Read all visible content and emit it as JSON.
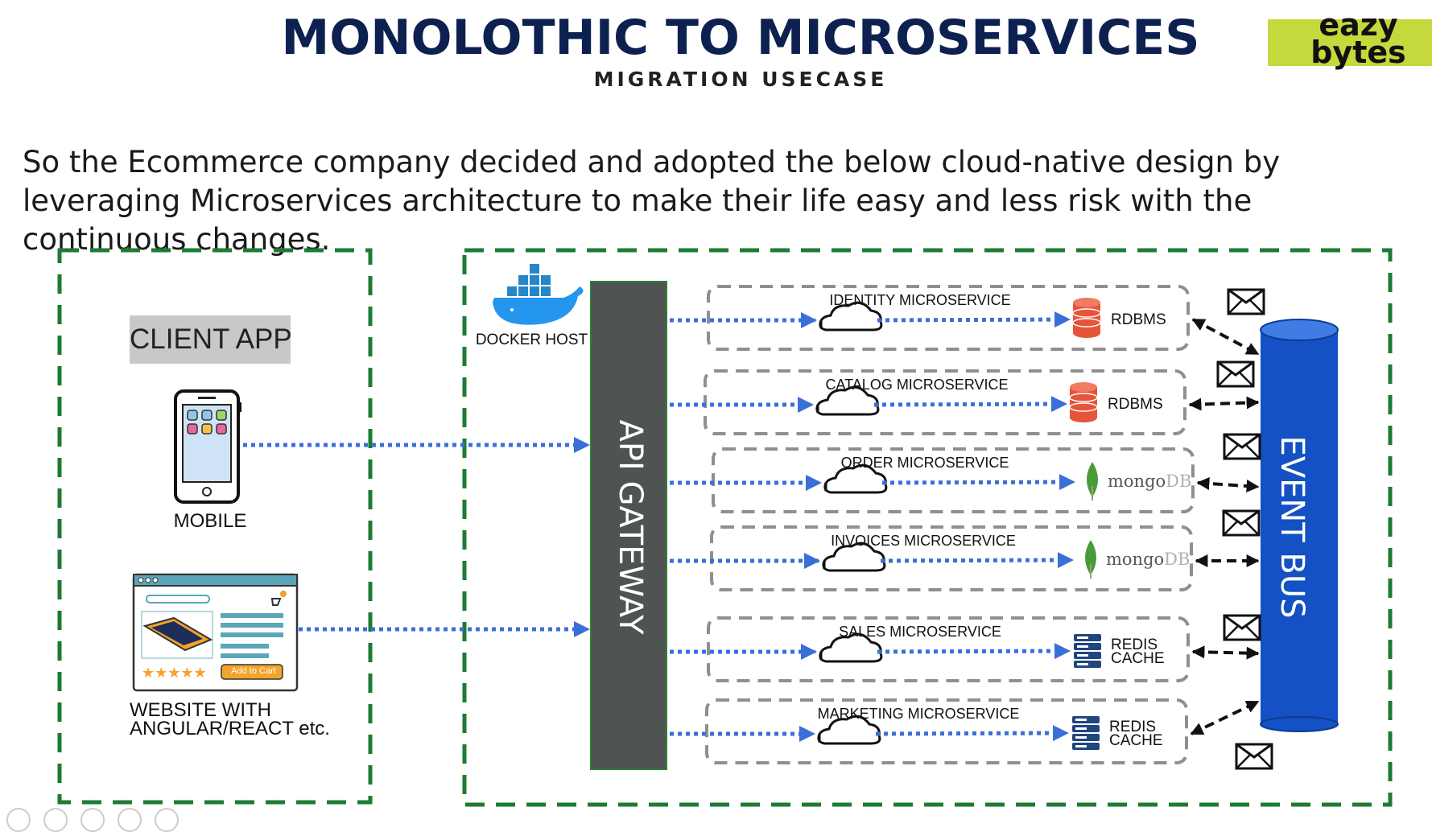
{
  "header": {
    "title": "MONOLOTHIC TO MICROSERVICES",
    "subtitle": "MIGRATION USECASE",
    "logo_line1": "eazy",
    "logo_line2": "bytes"
  },
  "intro_text": "So the Ecommerce company decided and adopted the below cloud-native design by leveraging Microservices architecture to make their life easy and less risk with the continuous changes.",
  "client": {
    "title": "CLIENT APP",
    "mobile_label": "MOBILE",
    "website_label_line1": "WEBSITE WITH",
    "website_label_line2": "ANGULAR/REACT etc.",
    "add_to_cart_label": "Add to Cart"
  },
  "server": {
    "docker_label": "DOCKER HOST",
    "gateway_label": "API GATEWAY",
    "event_bus_label": "EVENT BUS"
  },
  "services": [
    {
      "name": "IDENTITY MICROSERVICE",
      "db_type": "rdbms",
      "db_line1": "RDBMS",
      "db_line2": ""
    },
    {
      "name": "CATALOG MICROSERVICE",
      "db_type": "rdbms",
      "db_line1": "RDBMS",
      "db_line2": ""
    },
    {
      "name": "ORDER MICROSERVICE",
      "db_type": "mongo",
      "db_line1": "mongo",
      "db_line2": "DB"
    },
    {
      "name": "INVOICES MICROSERVICE",
      "db_type": "mongo",
      "db_line1": "mongo",
      "db_line2": "DB"
    },
    {
      "name": "SALES MICROSERVICE",
      "db_type": "redis",
      "db_line1": "REDIS",
      "db_line2": "CACHE"
    },
    {
      "name": "MARKETING MICROSERVICE",
      "db_type": "redis",
      "db_line1": "REDIS",
      "db_line2": "CACHE"
    }
  ],
  "colors": {
    "title": "#0d2150",
    "logo_bg": "#c5d83c",
    "group_border": "#1e7b34",
    "service_border": "#8f8f8f",
    "flow_arrow": "#3a6fd8",
    "gateway": "#4f5452",
    "event_bus": "#1351c4",
    "rdbms": "#e5553a",
    "mongo_leaf": "#4a9a3a",
    "redis": "#21467d"
  }
}
